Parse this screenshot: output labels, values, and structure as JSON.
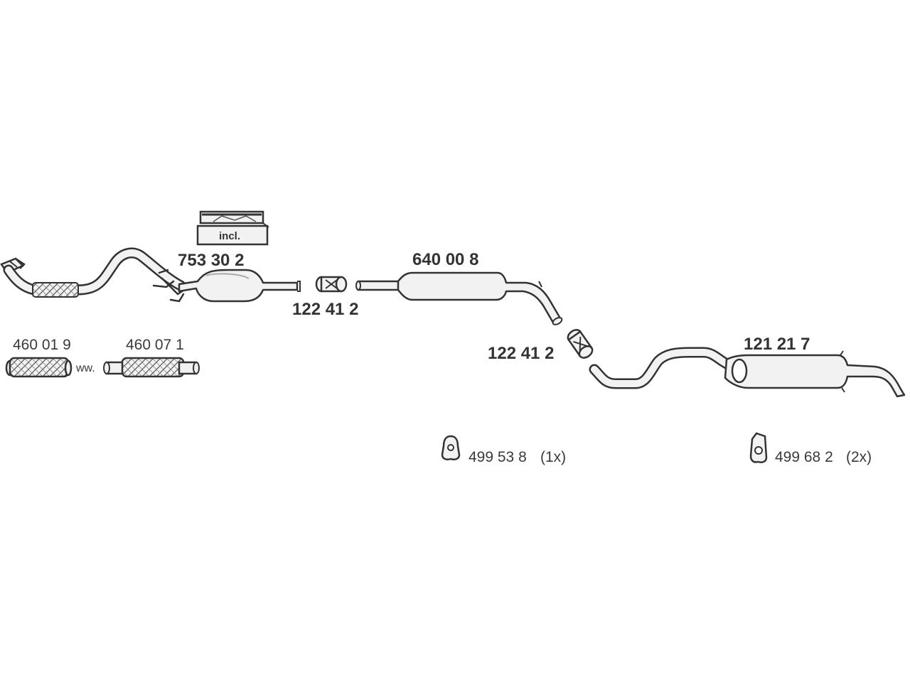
{
  "parts": {
    "front_pipe_flex_a": "460 01 9",
    "front_pipe_flex_b": "460 07 1",
    "ww_note": "ww.",
    "catalyst": "753 30 2",
    "incl_badge": "incl.",
    "clamp_1": "122 41 2",
    "middle_silencer": "640 00 8",
    "clamp_2": "122 41 2",
    "rear_silencer": "121 21 7",
    "mount_1": "499 53 8",
    "mount_1_qty": "(1x)",
    "mount_2": "499 68 2",
    "mount_2_qty": "(2x)"
  },
  "colors": {
    "stroke": "#333333",
    "fill": "#f2f2f2",
    "shade": "#c8c8c8"
  }
}
